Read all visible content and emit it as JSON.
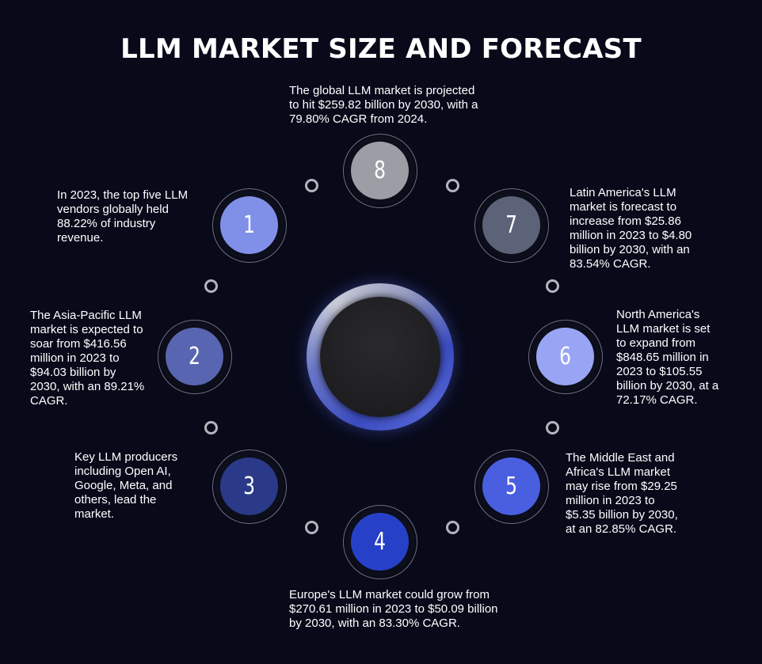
{
  "title": "LLM MARKET SIZE AND FORECAST",
  "items": [
    {
      "number": "1",
      "color": "#8090e8",
      "text": "In 2023, the top five LLM\nvendors globally held\n88.22% of industry\nrevenue."
    },
    {
      "number": "2",
      "color": "#5865b0",
      "text": "The Asia-Pacific LLM\nmarket is expected to\nsoar from $416.56\nmillion in 2023 to\n$94.03 billion by\n2030, with an 89.21%\nCAGR."
    },
    {
      "number": "3",
      "color": "#2a3a88",
      "text": "Key LLM producers\nincluding Open AI,\nGoogle, Meta, and\nothers, lead the\nmarket."
    },
    {
      "number": "4",
      "color": "#2740c8",
      "text": "Europe's LLM market could grow from\n$270.61 million in 2023 to $50.09 billion\nby 2030, with an 83.30% CAGR."
    },
    {
      "number": "5",
      "color": "#4a5ee0",
      "text": "The Middle East and\nAfrica's LLM market\nmay rise from $29.25\nmillion in 2023 to\n$5.35 billion by 2030,\nat an 82.85% CAGR."
    },
    {
      "number": "6",
      "color": "#9aa4f4",
      "text": "North America's\nLLM market is set\nto expand from\n$848.65 million in\n2023 to $105.55\nbillion by 2030, at a\n72.17% CAGR."
    },
    {
      "number": "7",
      "color": "#5c6278",
      "text": "Latin America's LLM\nmarket is forecast to\nincrease from $25.86\nmillion in 2023 to $4.80\nbillion by 2030, with an\n83.54% CAGR."
    },
    {
      "number": "8",
      "color": "#9c9ea6",
      "text": "The global LLM market is projected\nto hit $259.82 billion by 2030, with a\n79.80% CAGR from 2024."
    }
  ]
}
